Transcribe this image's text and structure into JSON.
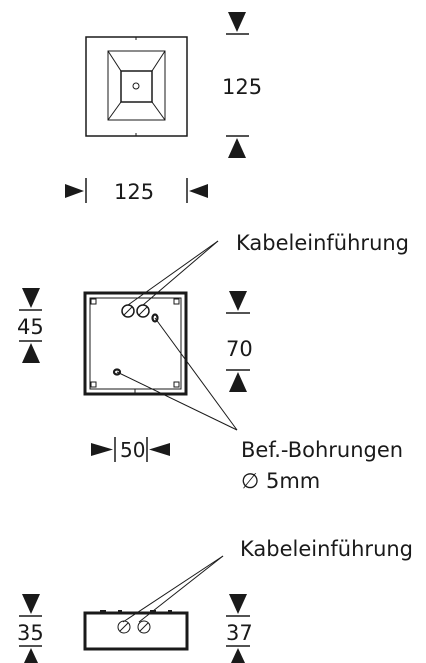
{
  "view_top": {
    "width_label": "125",
    "height_label": "125"
  },
  "view_back": {
    "cable_entry_label": "Kabeleinführung",
    "depth_label": "45",
    "height_label": "70",
    "width_label": "50",
    "mounting_label": "Bef.-Bohrungen",
    "hole_size_label": "∅ 5mm"
  },
  "view_side": {
    "cable_entry_label": "Kabeleinführung",
    "left_label": "35",
    "right_label": "37"
  }
}
